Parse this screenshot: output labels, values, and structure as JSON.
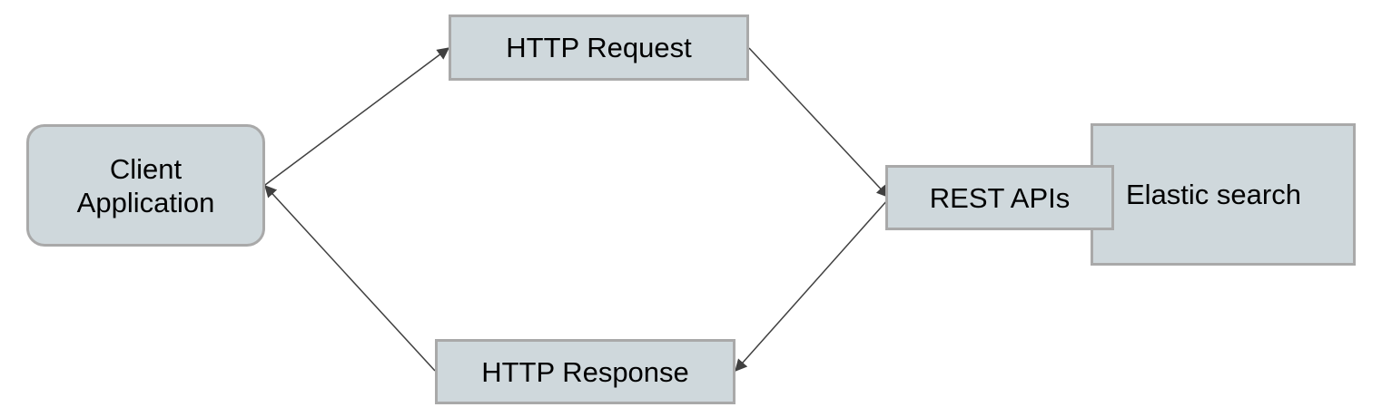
{
  "diagram": {
    "nodes": {
      "client": {
        "label": "Client\nApplication"
      },
      "request": {
        "label": "HTTP Request"
      },
      "response": {
        "label": "HTTP Response"
      },
      "rest": {
        "label": "REST APIs"
      },
      "elastic": {
        "label": "Elastic search"
      }
    },
    "edges": [
      {
        "from": "client",
        "to": "request"
      },
      {
        "from": "request",
        "to": "rest"
      },
      {
        "from": "rest",
        "to": "response"
      },
      {
        "from": "response",
        "to": "client"
      }
    ],
    "colors": {
      "box_fill": "#cfd8dc",
      "box_border": "#a9a9a9",
      "arrow": "#404040"
    }
  }
}
